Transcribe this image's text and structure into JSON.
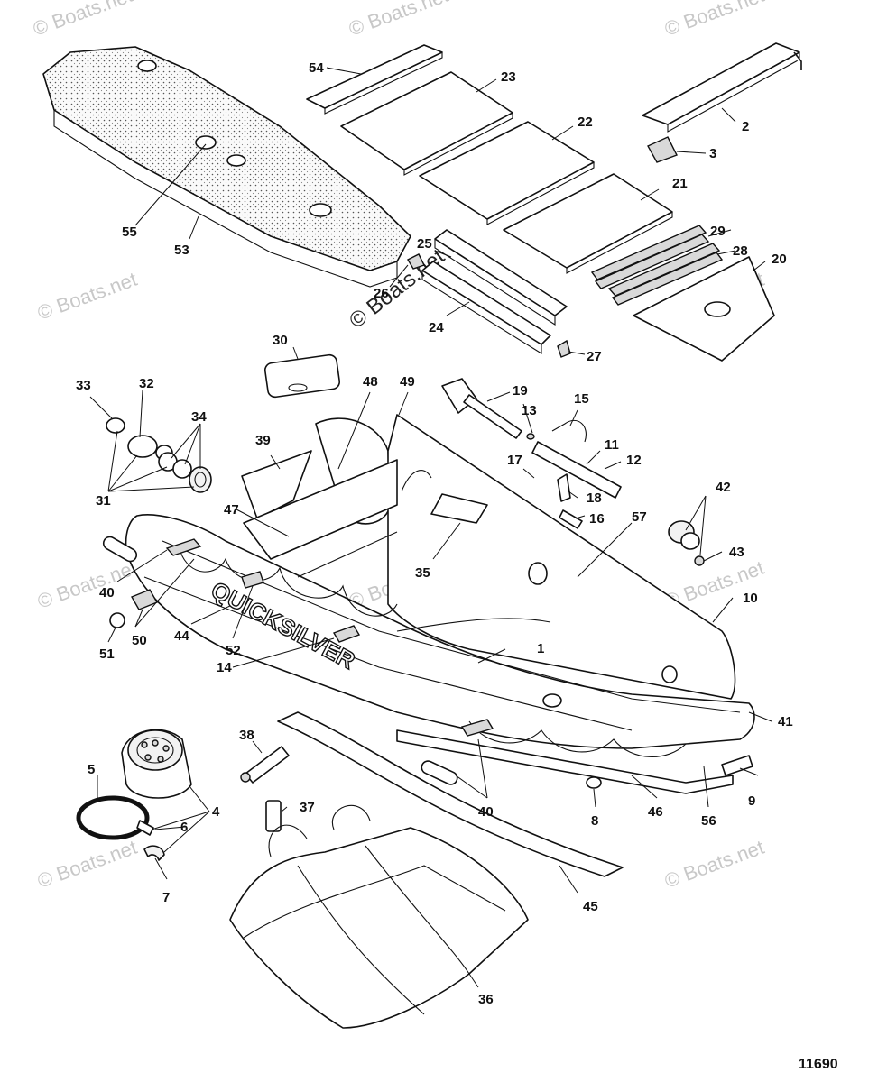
{
  "brand_text": "QUICKSILVER",
  "figure_number": "11690",
  "watermark_text": "© Boats.net",
  "callouts": [
    "1",
    "2",
    "3",
    "4",
    "5",
    "6",
    "7",
    "8",
    "9",
    "10",
    "11",
    "12",
    "13",
    "14",
    "15",
    "16",
    "17",
    "18",
    "19",
    "20",
    "21",
    "22",
    "23",
    "24",
    "25",
    "26",
    "27",
    "28",
    "29",
    "30",
    "31",
    "32",
    "33",
    "34",
    "35",
    "36",
    "37",
    "38",
    "39",
    "40",
    "41",
    "42",
    "43",
    "44",
    "45",
    "46",
    "47",
    "48",
    "49",
    "50",
    "51",
    "52",
    "53",
    "54",
    "55",
    "56",
    "57"
  ],
  "colors": {
    "line": "#111111",
    "watermark": "#c8c8c8",
    "background": "#ffffff"
  }
}
